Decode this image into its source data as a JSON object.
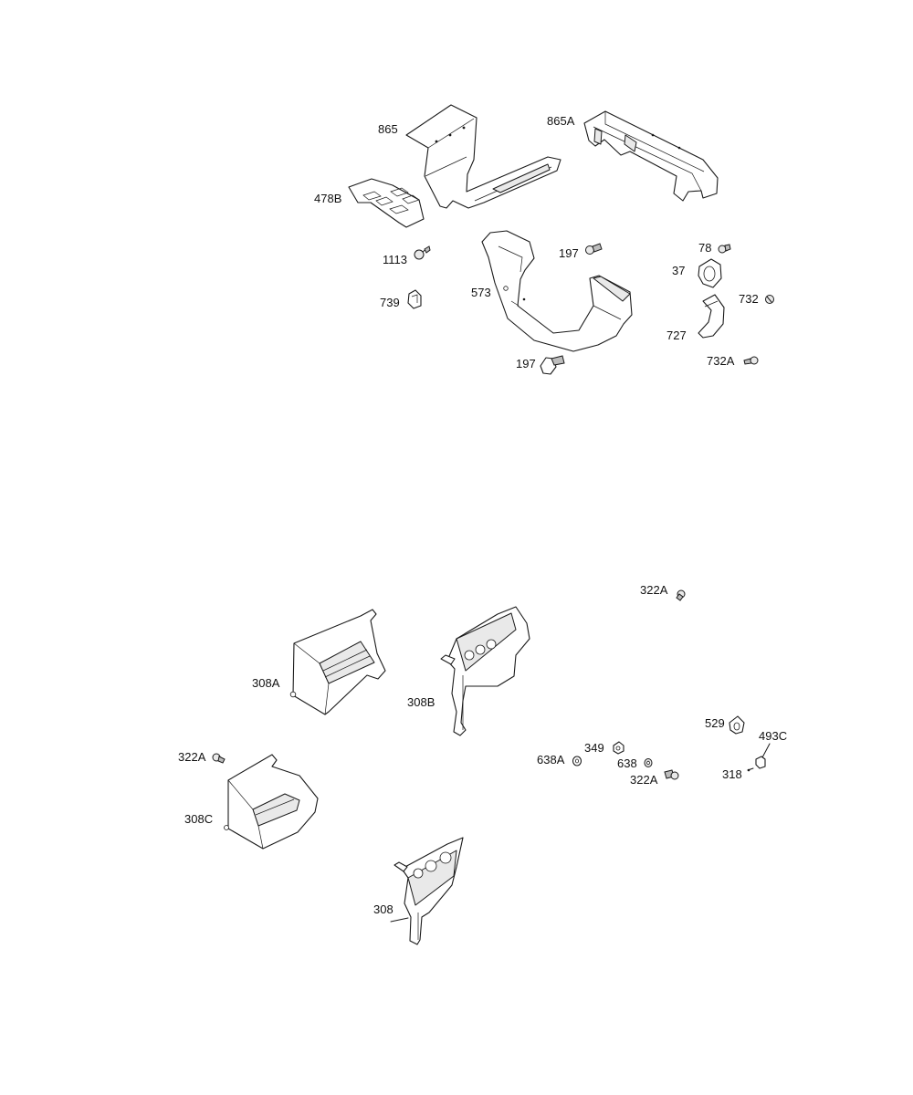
{
  "labels": {
    "p865": "865",
    "p865A": "865A",
    "p478B": "478B",
    "p1113": "1113",
    "p739": "739",
    "p573": "573",
    "p197a": "197",
    "p197b": "197",
    "p78": "78",
    "p37": "37",
    "p732": "732",
    "p727": "727",
    "p732A": "732A",
    "p322A_top": "322A",
    "p308A": "308A",
    "p308B": "308B",
    "p308C": "308C",
    "p322A_left": "322A",
    "p308": "308",
    "p529": "529",
    "p493C": "493C",
    "p349": "349",
    "p638A": "638A",
    "p638": "638",
    "p322A_mid": "322A",
    "p318": "318"
  }
}
